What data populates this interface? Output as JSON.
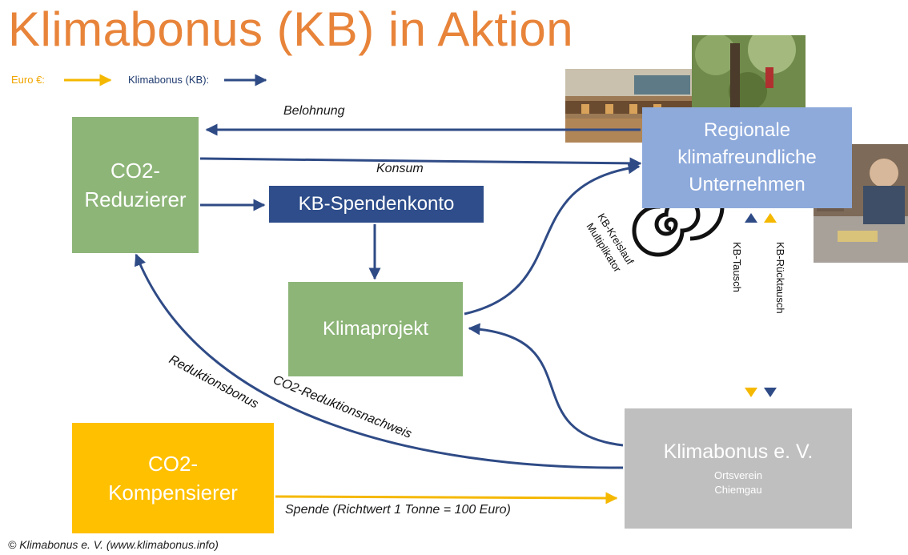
{
  "title": "Klimabonus (KB) in Aktion",
  "legend": {
    "euro": "Euro €:",
    "kb": "Klimabonus (KB):"
  },
  "colors": {
    "euro_arrow": "#f5b800",
    "kb_arrow": "#2f4b86",
    "title": "#e8843a",
    "green_box": "#8db578",
    "blue_box": "#2e4d8a",
    "light_blue_box": "#8eaadb",
    "orange_box": "#ffc000",
    "grey_box": "#bfbfbf"
  },
  "nodes": {
    "reduzierer": [
      "CO2-",
      "Reduzierer"
    ],
    "spendenkonto": "KB-Spendenkonto",
    "klimaprojekt": "Klimaprojekt",
    "unternehmen": [
      "Regionale",
      "klimafreundliche",
      "Unternehmen"
    ],
    "kompensierer": [
      "CO2-",
      "Kompensierer"
    ],
    "verein": {
      "name": "Klimabonus e. V.",
      "sub1": "Ortsverein",
      "sub2": "Chiemgau"
    }
  },
  "edges": {
    "belohnung": "Belohnung",
    "konsum": "Konsum",
    "kreislauf1": "KB-Kreislauf",
    "kreislauf2": "Multiplikator",
    "tausch": "KB-Tausch",
    "ruecktausch": "KB-Rücktausch",
    "reduktionsbonus": "Reduktionsbonus",
    "nachweis": "CO2-Reduktionsnachweis",
    "spende": "Spende (Richtwert 1 Tonne = 100 Euro)"
  },
  "footer": "© Klimabonus e. V. (www.klimabonus.info)"
}
